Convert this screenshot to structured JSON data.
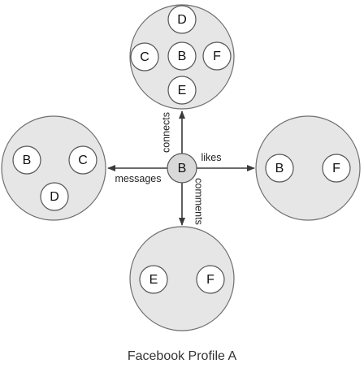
{
  "center_node": "B",
  "relations": [
    {
      "id": "connects",
      "label": "connects",
      "members": [
        "D",
        "C",
        "B",
        "F",
        "E"
      ]
    },
    {
      "id": "messages",
      "label": "messages",
      "members": [
        "B",
        "C",
        "D"
      ]
    },
    {
      "id": "likes",
      "label": "likes",
      "members": [
        "B",
        "F"
      ]
    },
    {
      "id": "comments",
      "label": "comments",
      "members": [
        "E",
        "F"
      ]
    }
  ],
  "caption": "Facebook Profile A"
}
